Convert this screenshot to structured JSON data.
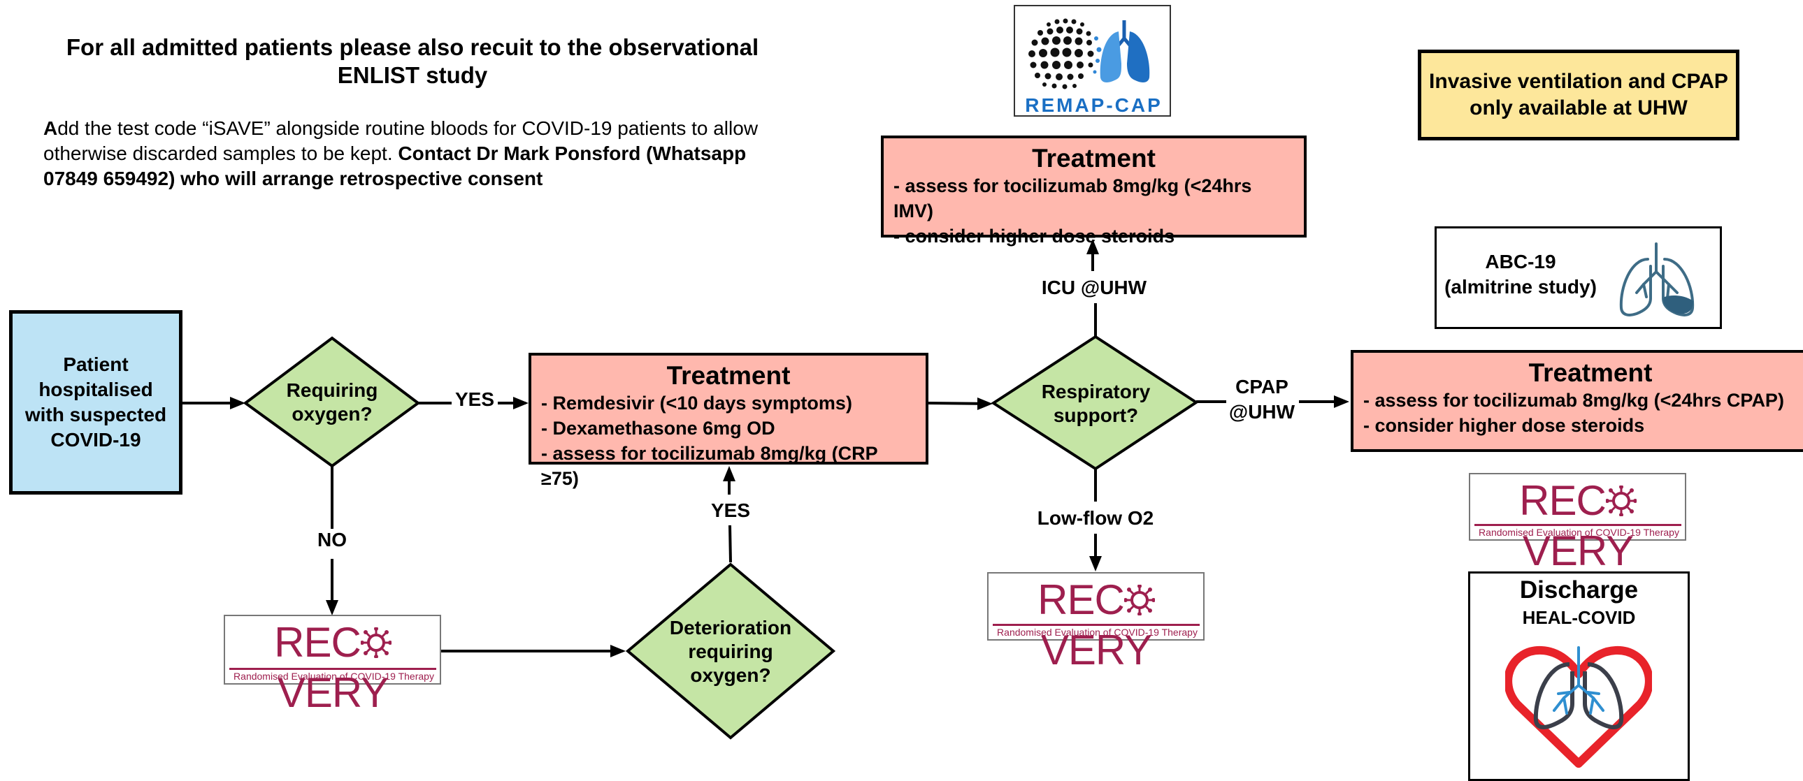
{
  "header": {
    "title": "For all admitted patients please also recuit to the observational ENLIST study",
    "body_lead": "A",
    "body_text": "dd the test code “iSAVE” alongside routine bloods for COVID-19 patients to allow otherwise discarded samples to be kept. ",
    "body_bold": "Contact Dr Mark Ponsford (Whatsapp 07849 659492) who will arrange retrospective consent"
  },
  "nodes": {
    "start": "Patient hospitalised with suspected COVID-19",
    "q_oxygen": "Requiring oxygen?",
    "q_deterioration": "Deterioration requiring oxygen?",
    "q_respiratory": "Respiratory support?",
    "treatment_main": {
      "title": "Treatment",
      "lines": [
        "- Remdesivir (<10 days symptoms)",
        "- Dexamethasone 6mg OD",
        "- assess for tocilizumab 8mg/kg (CRP ≥75)"
      ]
    },
    "treatment_icu": {
      "title": "Treatment",
      "lines": [
        "- assess for tocilizumab 8mg/kg (<24hrs IMV)",
        "- consider higher dose steroids"
      ]
    },
    "treatment_cpap": {
      "title": "Treatment",
      "lines": [
        "- assess for tocilizumab 8mg/kg (<24hrs CPAP)",
        "- consider higher dose steroids"
      ]
    },
    "notice": "Invasive ventilation and CPAP only available at UHW",
    "abc19": {
      "line1": "ABC-19",
      "line2": "(almitrine study)"
    },
    "discharge": {
      "title": "Discharge",
      "subtitle": "HEAL-COVID"
    }
  },
  "edges": {
    "yes1": "YES",
    "no": "NO",
    "yes2": "YES",
    "icu": "ICU @UHW",
    "cpap": "CPAP @UHW",
    "lowflow": "Low-flow O2"
  },
  "logos": {
    "recovery_word": "REC•VERY",
    "recovery_pre": "REC",
    "recovery_post": "VERY",
    "recovery_tag": "Randomised Evaluation of COVID-19 Therapy",
    "remapcap": "REMAP-CAP"
  },
  "colors": {
    "treatment": "#ffb8ae",
    "decision": "#c5e5a5",
    "start": "#bde3f5",
    "notice": "#fde79b",
    "recovery": "#9e1f4e",
    "remap": "#1a6fc4",
    "heart": "#e8232a"
  }
}
